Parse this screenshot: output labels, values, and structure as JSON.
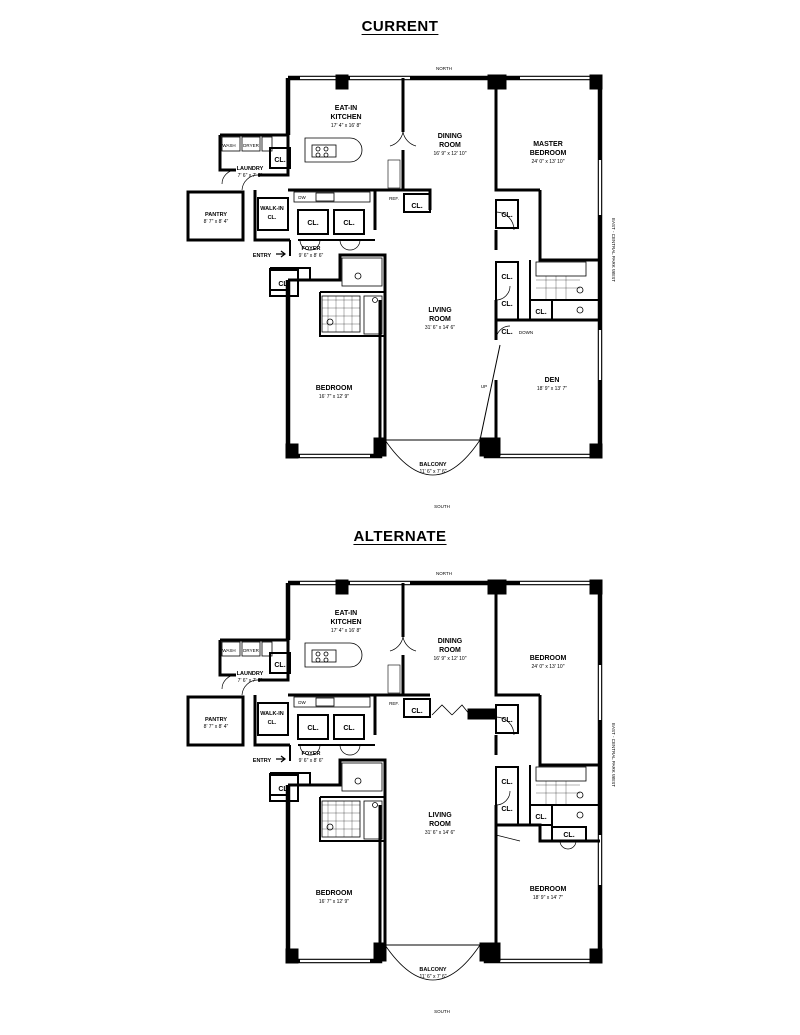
{
  "plans": [
    {
      "title": "CURRENT",
      "compass": {
        "north": "NORTH",
        "south": "SOUTH",
        "east": "EAST - CENTRAL PARK WEST"
      },
      "rooms": {
        "kitchen": {
          "name1": "EAT-IN",
          "name2": "KITCHEN",
          "dims": "17' 4\" x 16' 8\""
        },
        "dining": {
          "name1": "DINING",
          "name2": "ROOM",
          "dims": "16' 9\" x 12' 10\""
        },
        "ne_bedroom": {
          "name1": "MASTER",
          "name2": "BEDROOM",
          "dims": "24' 0\" x 13' 10\""
        },
        "laundry": {
          "name": "LAUNDRY",
          "dims": "7' 6\" x 7' 0\"",
          "wash": "WASH",
          "dryer": "DRYER"
        },
        "pantry": {
          "name": "PANTRY",
          "dims": "8' 7\" x 8' 4\""
        },
        "walkin": {
          "name1": "WALK-IN",
          "name2": "CL."
        },
        "foyer": {
          "name": "FOYER",
          "dims": "9' 6\" x 8' 6\""
        },
        "living": {
          "name1": "LIVING",
          "name2": "ROOM",
          "dims": "31' 6\" x 14' 6\""
        },
        "sw_bedroom": {
          "name": "BEDROOM",
          "dims": "16' 7\" x 12' 9\""
        },
        "se_room": {
          "name": "DEN",
          "dims": "18' 9\" x 13' 7\""
        },
        "balcony": {
          "name": "BALCONY",
          "dims": "11' 6\" x 7' 6\""
        }
      },
      "labels": {
        "entry": "ENTRY",
        "closet": "CL.",
        "dw": "DW",
        "ref": "REF.",
        "up": "UP",
        "down": "DOWN"
      }
    },
    {
      "title": "ALTERNATE",
      "compass": {
        "north": "NORTH",
        "south": "SOUTH",
        "east": "EAST - CENTRAL PARK WEST"
      },
      "rooms": {
        "kitchen": {
          "name1": "EAT-IN",
          "name2": "KITCHEN",
          "dims": "17' 4\" x 16' 8\""
        },
        "dining": {
          "name1": "DINING",
          "name2": "ROOM",
          "dims": "16' 9\" x 12' 10\""
        },
        "ne_bedroom": {
          "name1": "",
          "name2": "BEDROOM",
          "dims": "24' 0\" x 13' 10\""
        },
        "laundry": {
          "name": "LAUNDRY",
          "dims": "7' 6\" x 7' 0\"",
          "wash": "WASH",
          "dryer": "DRYER"
        },
        "pantry": {
          "name": "PANTRY",
          "dims": "8' 7\" x 8' 4\""
        },
        "walkin": {
          "name1": "WALK-IN",
          "name2": "CL."
        },
        "foyer": {
          "name": "FOYER",
          "dims": "9' 6\" x 8' 6\""
        },
        "living": {
          "name1": "LIVING",
          "name2": "ROOM",
          "dims": "31' 6\" x 14' 6\""
        },
        "sw_bedroom": {
          "name": "BEDROOM",
          "dims": "16' 7\" x 12' 9\""
        },
        "se_room": {
          "name": "BEDROOM",
          "dims": "18' 9\" x 14' 7\""
        },
        "balcony": {
          "name": "BALCONY",
          "dims": "11' 6\" x 7' 6\""
        }
      },
      "labels": {
        "entry": "ENTRY",
        "closet": "CL.",
        "dw": "DW",
        "ref": "REF.",
        "up": "",
        "down": ""
      }
    }
  ]
}
